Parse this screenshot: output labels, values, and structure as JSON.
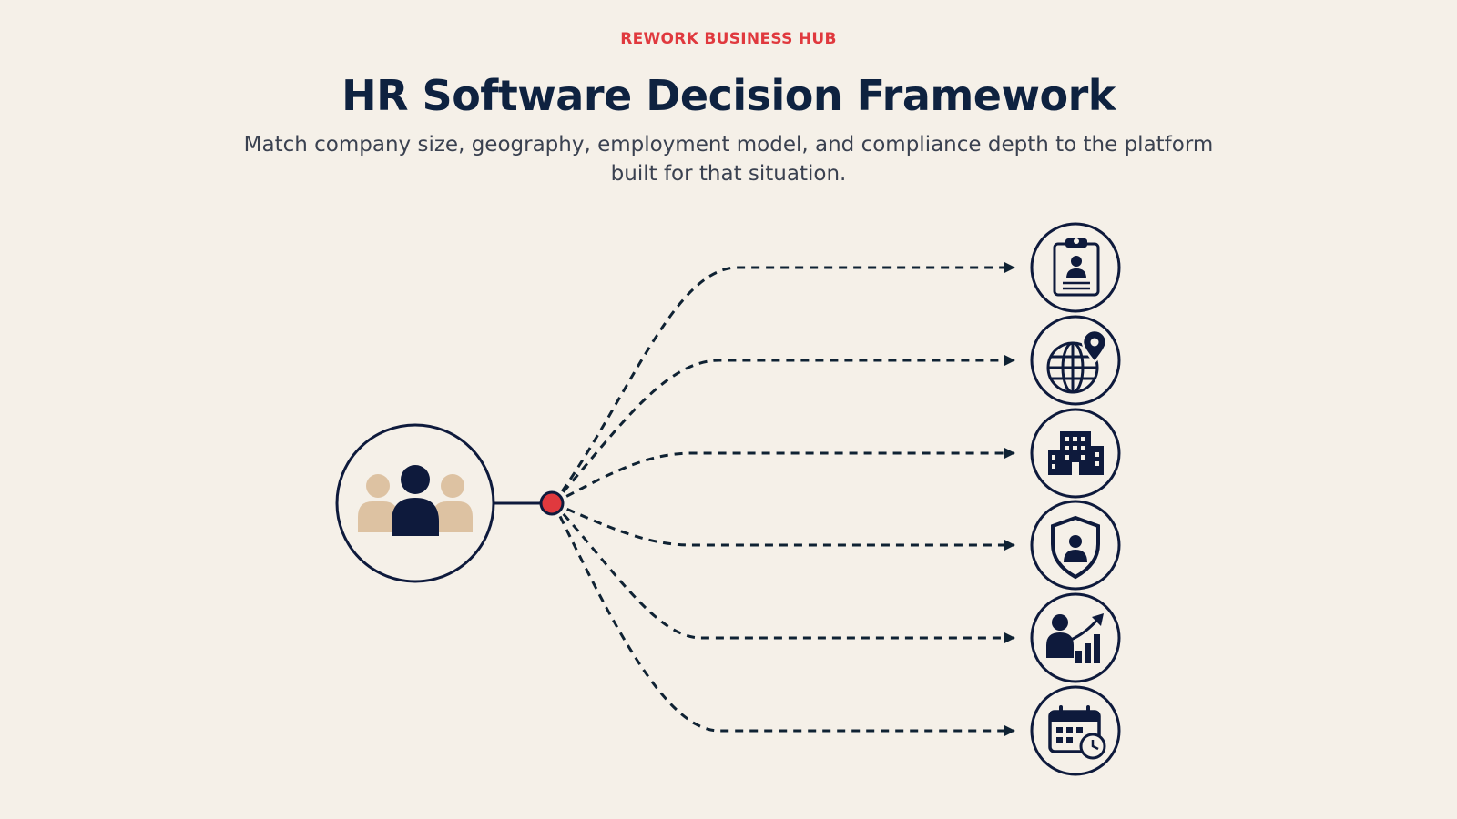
{
  "header": {
    "eyebrow": "REWORK BUSINESS HUB",
    "title": "HR Software Decision Framework",
    "subtitle": "Match company size, geography, employment model, and compliance depth to the platform built for that situation."
  },
  "diagram": {
    "source_icon": "team-group-icon",
    "branches": [
      {
        "icon": "id-badge-clipboard-icon"
      },
      {
        "icon": "globe-location-pin-icon"
      },
      {
        "icon": "office-buildings-icon"
      },
      {
        "icon": "shield-person-icon"
      },
      {
        "icon": "person-growth-chart-icon"
      },
      {
        "icon": "calendar-clock-icon"
      }
    ]
  },
  "colors": {
    "background": "#F5F0E8",
    "navy": "#0E1A3C",
    "accent_red": "#E0393E",
    "beige": "#DDC2A2",
    "line": "#0F2233"
  }
}
